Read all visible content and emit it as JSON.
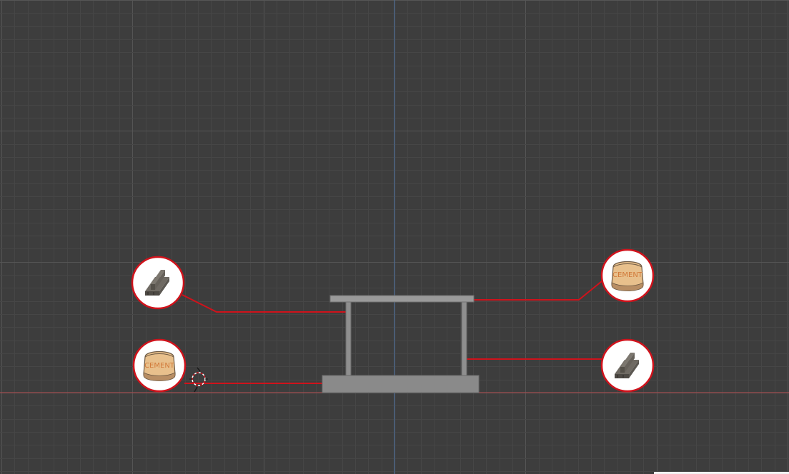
{
  "viewport": {
    "background": "#3d3d3d",
    "grid_minor_color": "#464646",
    "grid_major_color": "#555555",
    "x_axis_color": "#b44a4f",
    "y_axis_color": "#4a6e9e"
  },
  "scene": {
    "structure_color": "#8a8a8a",
    "leader_line_color": "#d0121b"
  },
  "callouts": [
    {
      "id": "upper-left",
      "icon": "steel-beam-icon",
      "material": "steel"
    },
    {
      "id": "lower-left",
      "icon": "cement-bag-icon",
      "material": "cement",
      "label": "CEMENT"
    },
    {
      "id": "upper-right",
      "icon": "cement-bag-icon",
      "material": "cement",
      "label": "CEMENT"
    },
    {
      "id": "lower-right",
      "icon": "steel-beam-icon",
      "material": "steel"
    }
  ],
  "icons": {
    "cursor": "3d-cursor-icon"
  }
}
